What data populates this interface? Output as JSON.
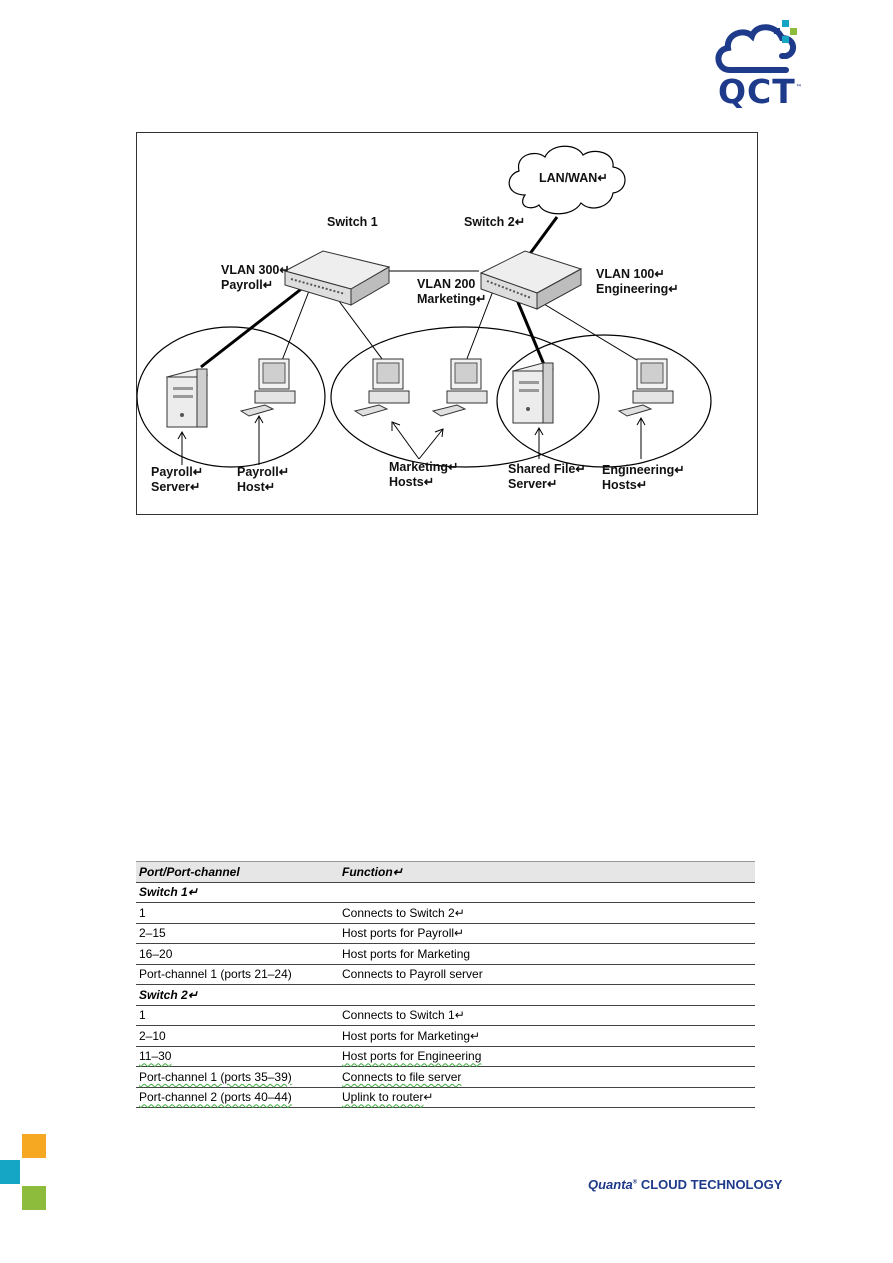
{
  "logo": {
    "text": "QCT",
    "tm": "™",
    "colors": {
      "navy": "#1e3a8a",
      "teal": "#14a6c4",
      "orange": "#f7a823",
      "green": "#8dbb3c"
    }
  },
  "diagram": {
    "cloud_label": "LAN/WAN",
    "switch1_label": "Switch 1",
    "switch2_label": "Switch 2",
    "vlan300": {
      "name": "VLAN 300",
      "dept": "Payroll"
    },
    "vlan200": {
      "name": "VLAN 200",
      "dept": "Marketing"
    },
    "vlan100": {
      "name": "VLAN 100",
      "dept": "Engineering"
    },
    "payroll_server": {
      "l1": "Payroll",
      "l2": "Server"
    },
    "payroll_host": {
      "l1": "Payroll",
      "l2": "Host"
    },
    "marketing_hosts": {
      "l1": "Marketing",
      "l2": "Hosts"
    },
    "shared_file_server": {
      "l1": "Shared File",
      "l2": "Server"
    },
    "engineering_hosts": {
      "l1": "Engineering",
      "l2": "Hosts"
    },
    "para_mark": "↵"
  },
  "table": {
    "headers": [
      "Port/Port-channel",
      "Function"
    ],
    "switch1_title": "Switch 1",
    "switch1_rows": [
      [
        "1",
        "Connects to Switch 2"
      ],
      [
        "2–15",
        "Host ports for Payroll"
      ],
      [
        "16–20",
        "Host ports for Marketing"
      ],
      [
        "Port-channel 1 (ports 21–24)",
        "Connects to Payroll server"
      ]
    ],
    "switch2_title": "Switch 2",
    "switch2_rows": [
      [
        "1",
        "Connects to Switch 1"
      ],
      [
        "2–10",
        "Host ports for Marketing"
      ],
      [
        "11–30",
        "Host ports for Engineering"
      ],
      [
        "Port-channel 1 (ports 35–39)",
        "Connects to file server"
      ],
      [
        "Port-channel 2 (ports 40–44)",
        "Uplink to router"
      ]
    ]
  },
  "footer": {
    "brand_q": "Quanta",
    "tm": "®",
    "brand_rest": "CLOUD TECHNOLOGY"
  }
}
